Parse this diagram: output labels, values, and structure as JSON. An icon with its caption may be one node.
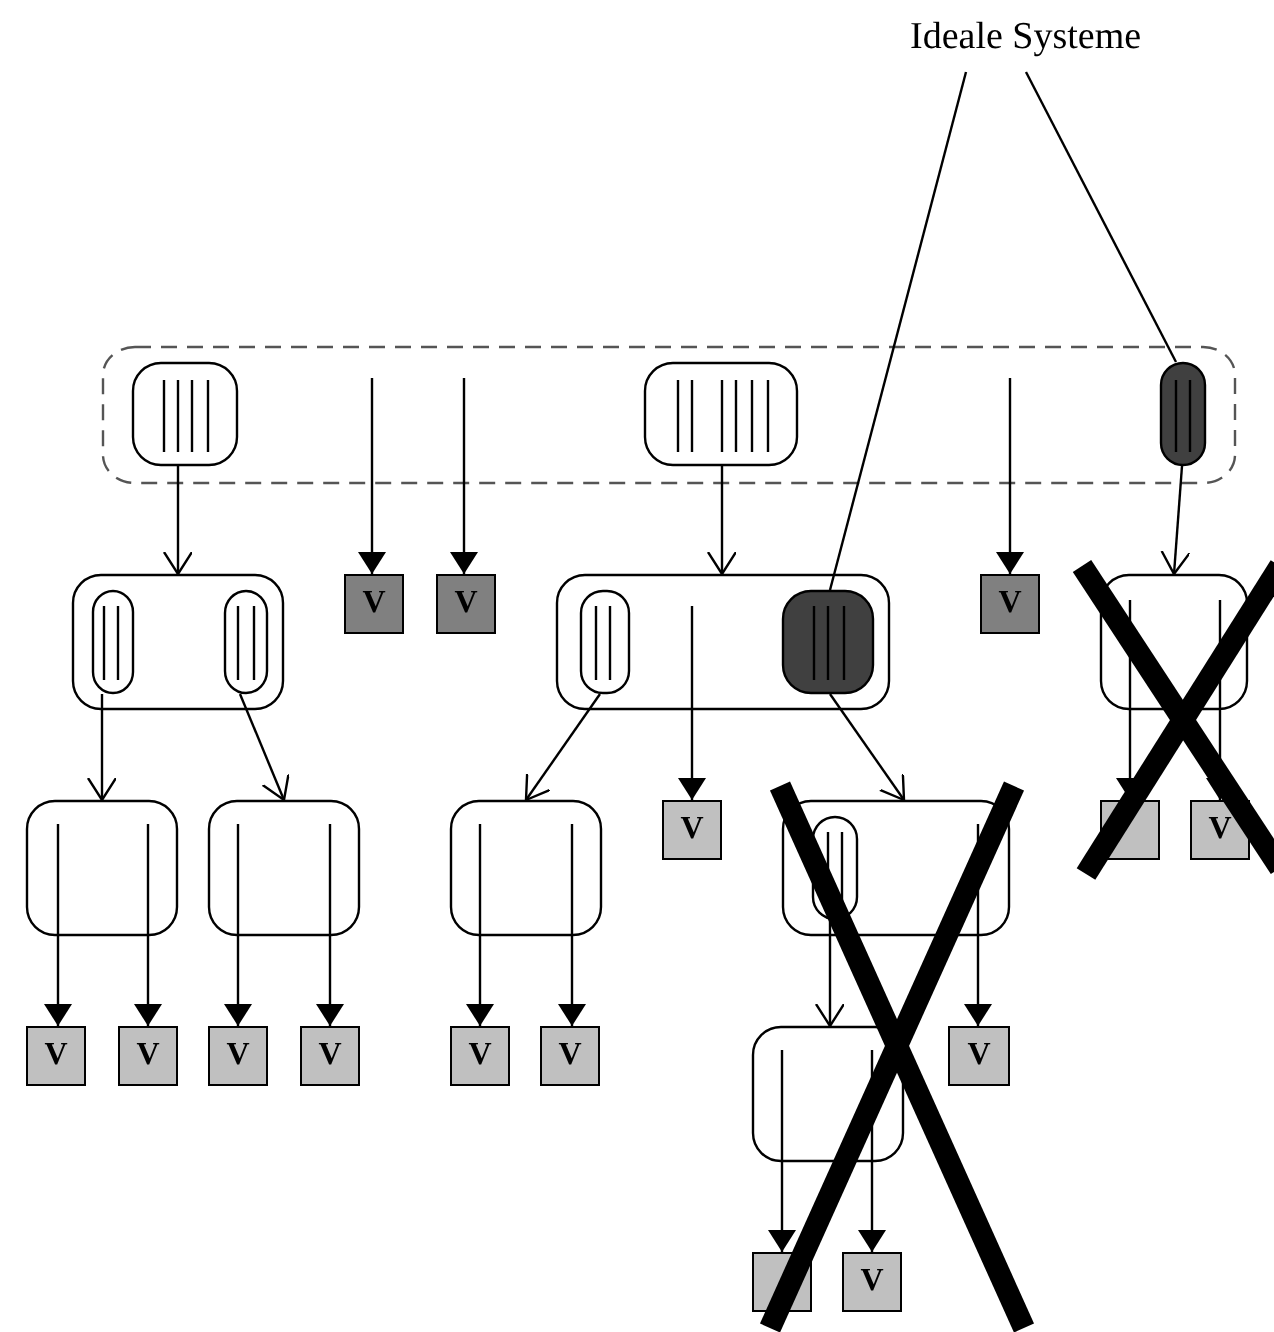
{
  "diagram": {
    "nodes": [
      {
        "text": [
          "Ideale Systeme"
        ]
      },
      {
        "text": [],
        "shape": "box"
      },
      {
        "text": [],
        "shape": "box",
        "in": 1
      },
      {
        "text": [],
        "shape": "box",
        "in": 1
      },
      {
        "text": [],
        "shape": "pill",
        "in": 1
      },
      {
        "text": [],
        "shape": "box"
      },
      {
        "text": [],
        "shape": "pill",
        "in": 5
      },
      {
        "text": [],
        "shape": "pill",
        "in": 5
      },
      {
        "text": [
          "V"
        ]
      },
      {
        "text": [
          "V"
        ]
      },
      {
        "text": [],
        "shape": "box"
      },
      {
        "text": [],
        "shape": "pill",
        "in": 10
      },
      {
        "text": [],
        "shape": "box",
        "in": 10
      },
      {
        "text": [
          "V"
        ]
      },
      {
        "text": [],
        "shape": "box"
      },
      {
        "text": [],
        "shape": "box"
      },
      {
        "text": [],
        "shape": "box"
      },
      {
        "text": [],
        "shape": "box"
      },
      {
        "text": [
          "V"
        ]
      },
      {
        "text": [],
        "shape": "box"
      },
      {
        "text": [],
        "shape": "pill",
        "in": 19
      },
      {
        "text": [],
        "shape": "box"
      },
      {
        "text": [
          "V"
        ]
      },
      {
        "text": [
          "V"
        ]
      },
      {
        "text": [
          "V"
        ]
      },
      {
        "text": [
          "V"
        ]
      },
      {
        "text": [
          "V"
        ]
      },
      {
        "text": [
          "V"
        ]
      },
      {
        "text": [
          "V"
        ]
      },
      {
        "text": [],
        "shape": "box"
      },
      {
        "text": [
          "V"
        ]
      },
      {
        "text": [],
        "shape": "box"
      },
      {
        "text": [
          "V"
        ]
      }
    ],
    "edges": [
      {
        "from": 2,
        "to": 5,
        "arrow": "to"
      },
      {
        "from": null,
        "to": 8,
        "arrow": "to"
      },
      {
        "from": null,
        "to": 9,
        "arrow": "to"
      },
      {
        "from": 3,
        "to": 10,
        "arrow": "to"
      },
      {
        "from": null,
        "to": 13,
        "arrow": "to"
      },
      {
        "from": 4,
        "to": 14,
        "arrow": "to"
      },
      {
        "from": 6,
        "to": 15,
        "arrow": "to"
      },
      {
        "from": 7,
        "to": 16,
        "arrow": "to"
      },
      {
        "from": 11,
        "to": 17,
        "arrow": "to"
      },
      {
        "from": 10,
        "to": 18,
        "arrow": "to"
      },
      {
        "from": 12,
        "to": 19,
        "arrow": "to"
      },
      {
        "from": 14,
        "to": 21,
        "arrow": "to"
      },
      {
        "from": 14,
        "to": 22,
        "arrow": "to"
      },
      {
        "from": 15,
        "to": 23,
        "arrow": "to"
      },
      {
        "from": 15,
        "to": 24,
        "arrow": "to"
      },
      {
        "from": 16,
        "to": 25,
        "arrow": "to"
      },
      {
        "from": 16,
        "to": 26,
        "arrow": "to"
      },
      {
        "from": 17,
        "to": 27,
        "arrow": "to"
      },
      {
        "from": 17,
        "to": 28,
        "arrow": "to"
      },
      {
        "from": 20,
        "to": 29,
        "arrow": "to"
      },
      {
        "from": 19,
        "to": 30,
        "arrow": "to"
      },
      {
        "from": 29,
        "to": 31,
        "arrow": "to"
      },
      {
        "from": 29,
        "to": 32,
        "arrow": "to"
      },
      {
        "from": 0,
        "to": 12,
        "arrow": "none"
      },
      {
        "from": 0,
        "to": 4,
        "arrow": "none"
      }
    ]
  }
}
